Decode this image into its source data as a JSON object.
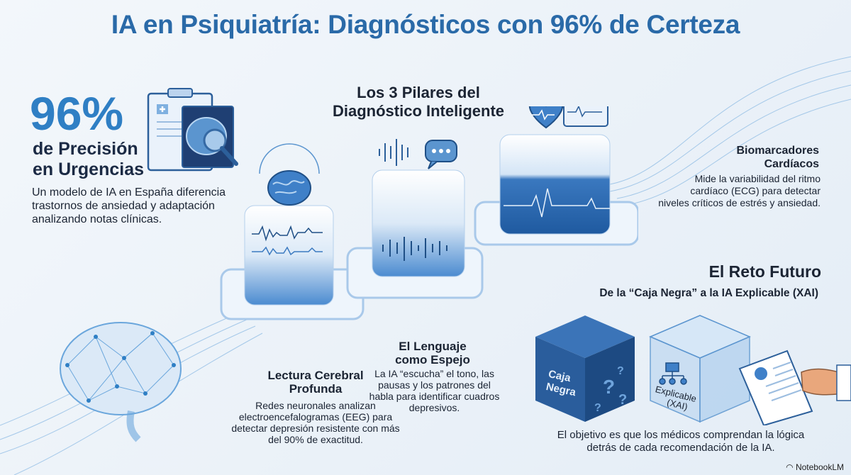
{
  "title": "IA en Psiquiatría: Diagnósticos con 96% de Certeza",
  "precision": {
    "value": "96%",
    "label_line1": "de Precisión",
    "label_line2": "en Urgencias",
    "description": "Un modelo de IA en España diferencia trastornos de ansiedad y adaptación analizando notas clínicas."
  },
  "pillars": {
    "heading_line1": "Los 3 Pilares del",
    "heading_line2": "Diagnóstico Inteligente",
    "items": [
      {
        "title_line1": "Lectura Cerebral",
        "title_line2": "Profunda",
        "description": "Redes neuronales analizan electroencefalogramas (EEG) para detectar depresión resistente con más del 90% de exactitud.",
        "icon": "brain-icon"
      },
      {
        "title_line1": "El Lenguaje",
        "title_line2": "como Espejo",
        "description": "La IA “escucha” el tono, las pausas y los patrones del habla para identificar cuadros depresivos.",
        "icon": "speech-bubble-icon"
      },
      {
        "title_line1": "Biomarcadores",
        "title_line2": "Cardíacos",
        "description": "Mide la variabilidad del ritmo cardíaco (ECG) para detectar niveles críticos de estrés y ansiedad.",
        "icon": "heart-icon"
      }
    ]
  },
  "future": {
    "heading": "El Reto Futuro",
    "subtitle": "De la “Caja Negra” a la IA Explicable (XAI)",
    "black_box_line1": "Caja",
    "black_box_line2": "Negra",
    "explainable_line1": "Explicable",
    "explainable_line2": "(XAI)",
    "description": "El objetivo es que los médicos comprendan la lógica detrás de cada recomendación de la IA."
  },
  "footer": {
    "brand": "NotebookLM"
  },
  "colors": {
    "accent": "#2f7fc4",
    "dark_blue": "#1f4f86",
    "text": "#1b2433"
  }
}
